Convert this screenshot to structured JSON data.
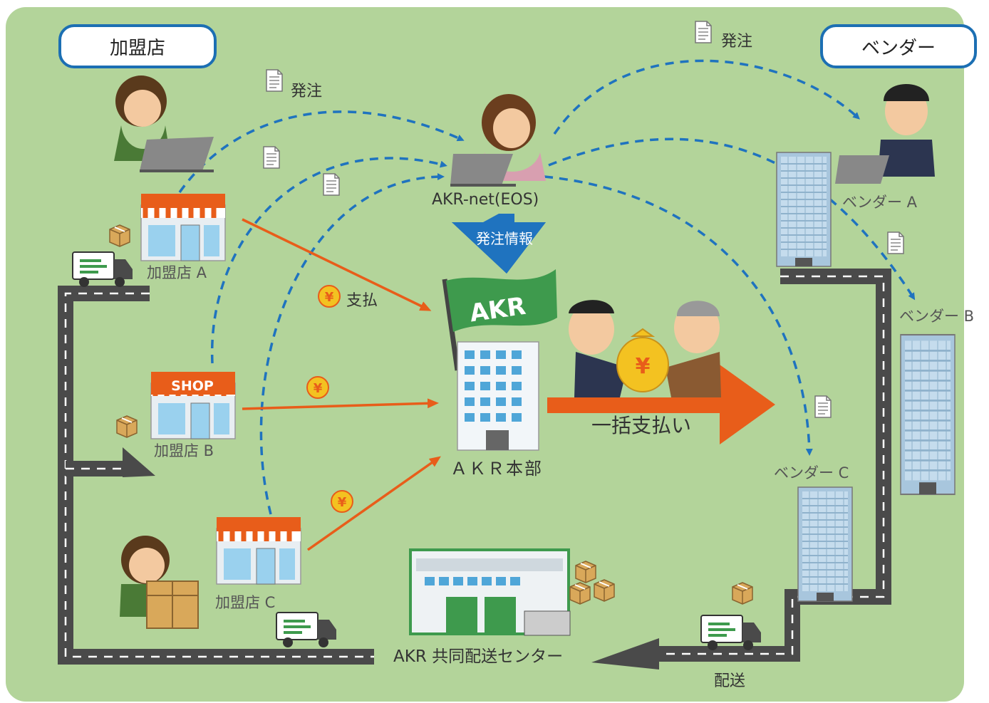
{
  "groups": {
    "franchise": "加盟店",
    "vendor": "ベンダー"
  },
  "stores": {
    "a": "加盟店 A",
    "b": "加盟店 B",
    "c": "加盟店 C",
    "shop_sign": "SHOP"
  },
  "system": {
    "name": "AKR-net(EOS)",
    "order_info": "発注情報"
  },
  "hq": {
    "flag": "AKR",
    "name": "ＡＫＲ本部"
  },
  "payment": {
    "pay": "支払",
    "yen": "¥",
    "bulk_payment": "一括支払い"
  },
  "orders": {
    "label_left": "発注",
    "label_right": "発注"
  },
  "vendors": {
    "a": "ベンダー A",
    "b": "ベンダー B",
    "c": "ベンダー C"
  },
  "logistics": {
    "center": "AKR 共同配送センター",
    "delivery": "配送"
  },
  "colors": {
    "background": "#b3d49a",
    "pill_border": "#1c6fb3",
    "order_arrow": "#1f73bf",
    "payment_arrow": "#e85d1a",
    "road": "#4a4a4a",
    "flag": "#3e9a4d"
  }
}
